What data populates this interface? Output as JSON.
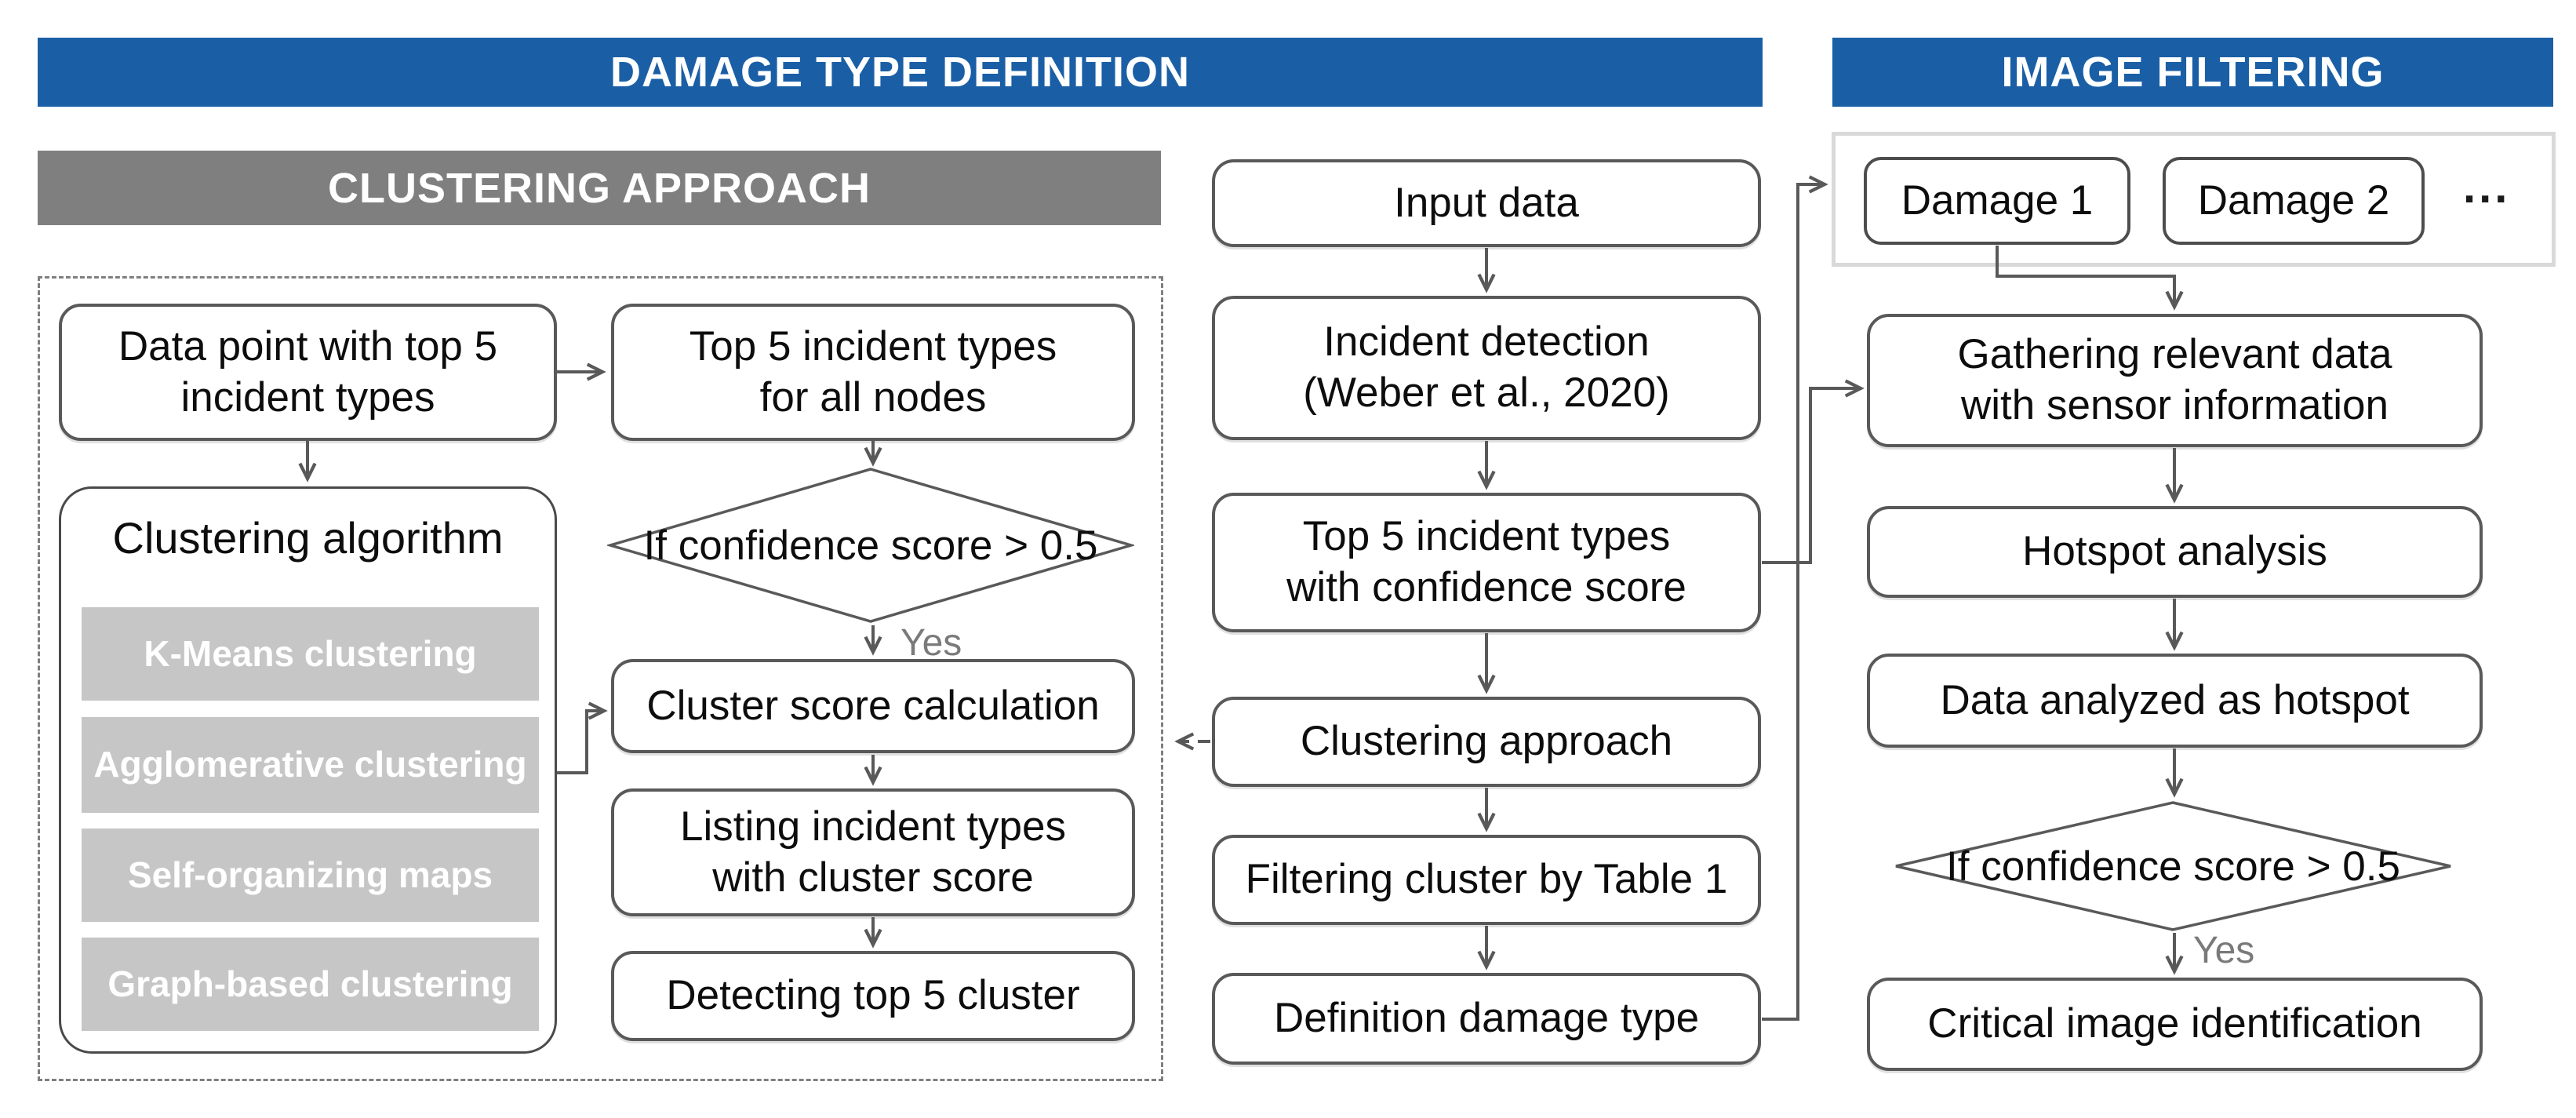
{
  "headers": {
    "damage_type_definition": "DAMAGE TYPE DEFINITION",
    "image_filtering": "IMAGE FILTERING",
    "clustering_approach": "CLUSTERING APPROACH"
  },
  "colors": {
    "header_blue": "#1a5fa6",
    "header_gray": "#7f7f7f",
    "method_gray": "#c6c6c6",
    "node_border": "#595959",
    "arrow_gray": "#595959",
    "light_container_border": "#d9d9d9"
  },
  "clustering": {
    "data_point": "Data point with top 5\nincident types",
    "top5_nodes": "Top 5 incident types\nfor all nodes",
    "decision": "If confidence score > 0.5",
    "yes": "Yes",
    "algorithm": {
      "title": "Clustering algorithm",
      "methods": [
        "K-Means clustering",
        "Agglomerative clustering",
        "Self-organizing maps",
        "Graph-based clustering"
      ]
    },
    "cluster_score": "Cluster score calculation",
    "listing": "Listing incident types\nwith cluster score",
    "detecting": "Detecting top 5 cluster"
  },
  "pipeline": {
    "input_data": "Input data",
    "incident_detection": "Incident detection\n(Weber et al., 2020)",
    "top5_confidence": "Top 5 incident types\nwith confidence score",
    "clustering_approach": "Clustering approach",
    "filtering": "Filtering cluster by Table 1",
    "definition": "Definition damage type"
  },
  "filtering": {
    "damage_1": "Damage 1",
    "damage_2": "Damage 2",
    "ellipsis": "...",
    "gathering": "Gathering relevant data\nwith sensor information",
    "hotspot": "Hotspot analysis",
    "data_hotspot": "Data analyzed as hotspot",
    "decision": "If confidence score > 0.5",
    "yes": "Yes",
    "critical": "Critical image identification"
  }
}
